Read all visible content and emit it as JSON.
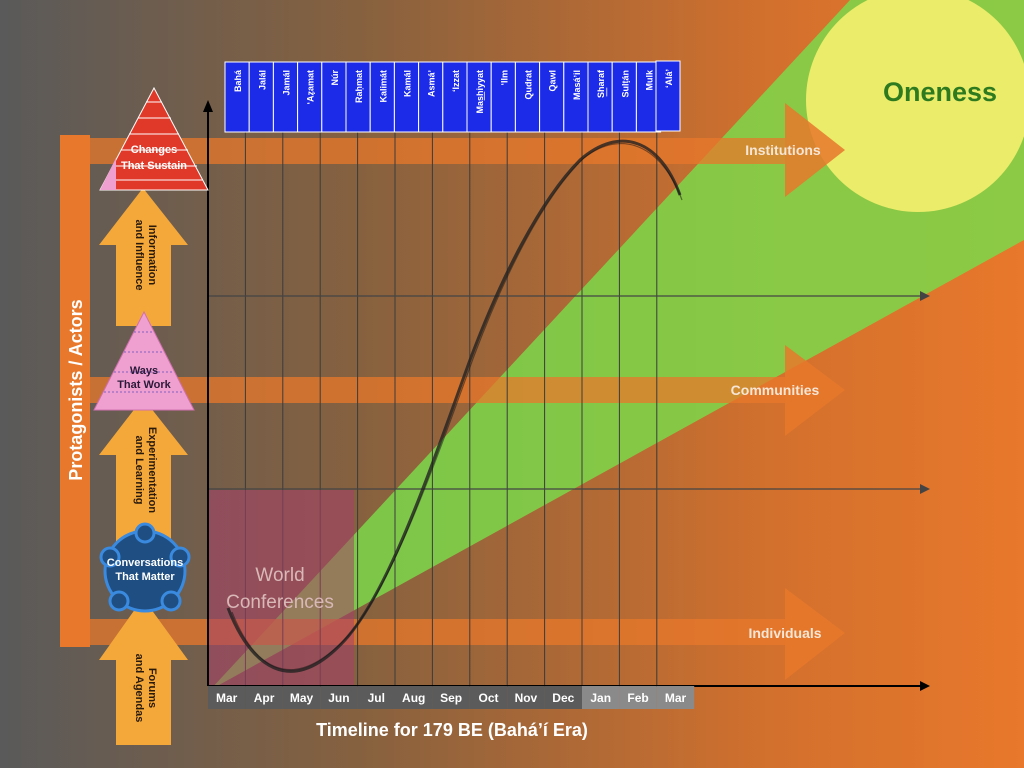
{
  "title_oneness": "Oneness",
  "side_label": "Protagonists / Actors",
  "pyramids": {
    "changes_line1": "Changes",
    "changes_line2": "That Sustain",
    "ways_line1": "Ways",
    "ways_line2": "That Work"
  },
  "circle_line1": "Conversations",
  "circle_line2": "That Matter",
  "up_arrows": {
    "info_line1": "Information",
    "info_line2": "and Influence",
    "exp_line1": "Experimentation",
    "exp_line2": "and Learning",
    "forums_line1": "Forums",
    "forums_line2": "and Agendas"
  },
  "levels": [
    "Institutions",
    "Communities",
    "Individuals"
  ],
  "box_line1": "World",
  "box_line2": "Conferences",
  "badi_months": [
    "Bahá",
    "Jalál",
    "Jamál",
    "ʻAẓamat",
    "Núr",
    "Raḥmat",
    "Kalimát",
    "Kamál",
    "Asmáʼ",
    "ʻIzzat",
    "Mas͟hiyyat",
    "ʻIlm",
    "Qudrat",
    "Qawl",
    "Masáʼil",
    "S͟haraf",
    "Sulṭán",
    "Mulk",
    "ʻAláʼ"
  ],
  "gregorian_months": [
    "Mar",
    "Apr",
    "May",
    "Jun",
    "Jul",
    "Aug",
    "Sep",
    "Oct",
    "Nov",
    "Dec",
    "Jan",
    "Feb",
    "Mar"
  ],
  "timeline_caption": "Timeline for 179 BE (Baháʼí Era)",
  "colors": {
    "orange": "#e8782b",
    "gold": "#f5a83a",
    "yellow_sun": "#eaec6a",
    "green": "#7bd84a",
    "blue_header": "#1c2be8",
    "pink": "#f0a0d0",
    "red": "#e0392a",
    "navy": "#1f4f82",
    "oneness_green": "#2d7a1f"
  }
}
